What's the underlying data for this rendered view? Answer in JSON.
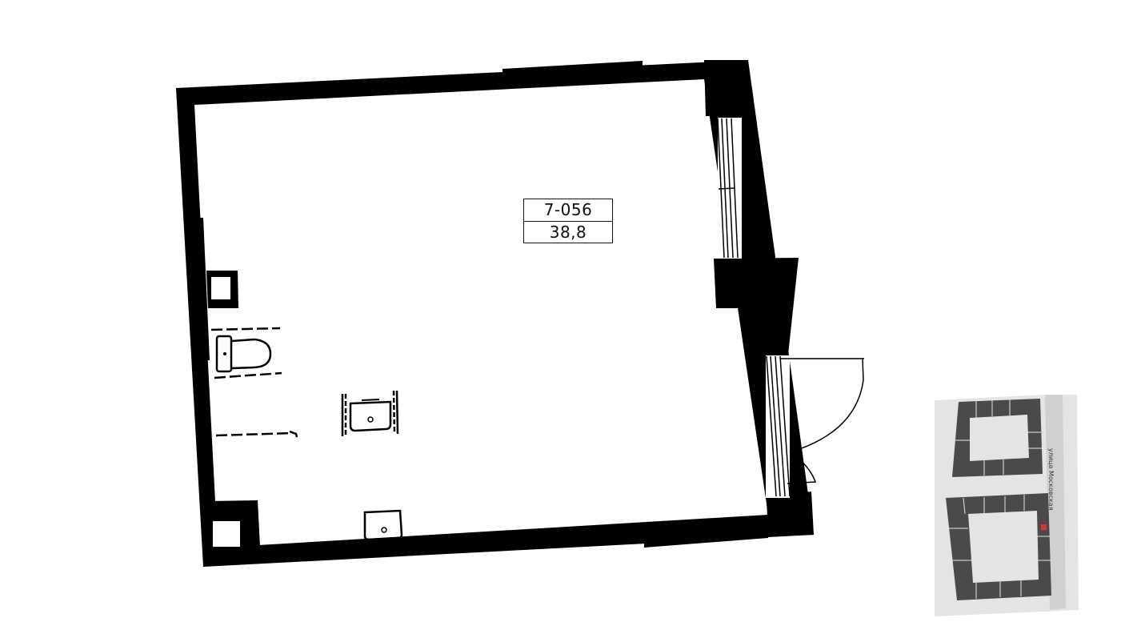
{
  "unit": {
    "number": "7-056",
    "area": "38,8"
  },
  "site_plan": {
    "street_name": "улица Московская",
    "highlight_color": "#e53030"
  },
  "colors": {
    "wall": "#000000",
    "site_ground": "#e4e4e4",
    "site_buildings": "#4a4a4a"
  }
}
